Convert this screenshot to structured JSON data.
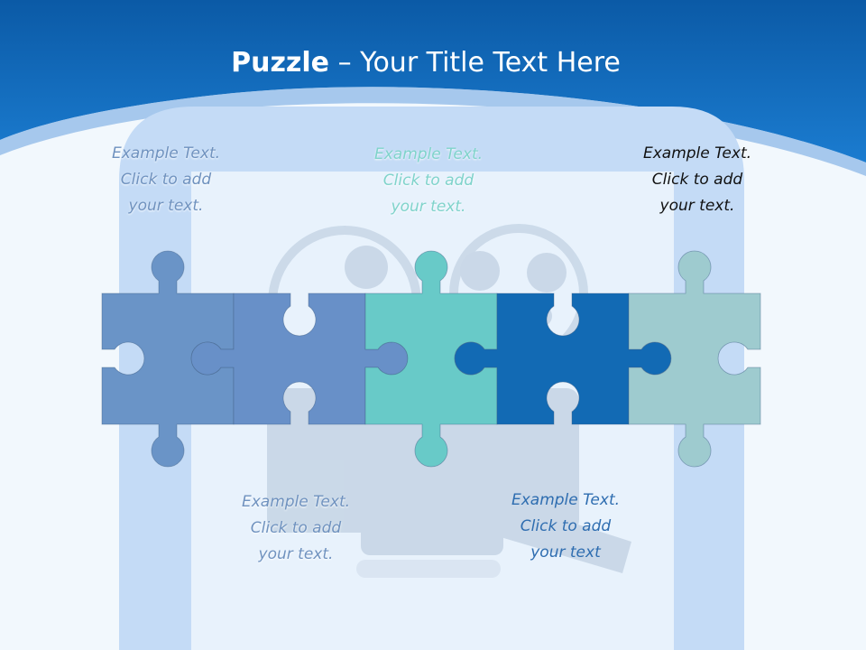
{
  "slide": {
    "title_bold": "Puzzle",
    "title_rest": " – Your Title Text Here"
  },
  "pieces": [
    {
      "color": "#6a94c7"
    },
    {
      "color": "#6890c8"
    },
    {
      "color": "#68cac8"
    },
    {
      "color": "#126ab4"
    },
    {
      "color": "#9ecbcf"
    }
  ],
  "captions": [
    {
      "line1": "Example Text.",
      "line2": "Click  to add",
      "line3": "your text."
    },
    {
      "line1": "Example Text.",
      "line2": "Click  to add",
      "line3": "your text."
    },
    {
      "line1": "Example Text.",
      "line2": "Click  to add",
      "line3": "your text."
    },
    {
      "line1": "Example Text.",
      "line2": "Click  to add",
      "line3": "your text."
    },
    {
      "line1": "Example Text.",
      "line2": "Click  to add",
      "line3": "your text"
    }
  ]
}
